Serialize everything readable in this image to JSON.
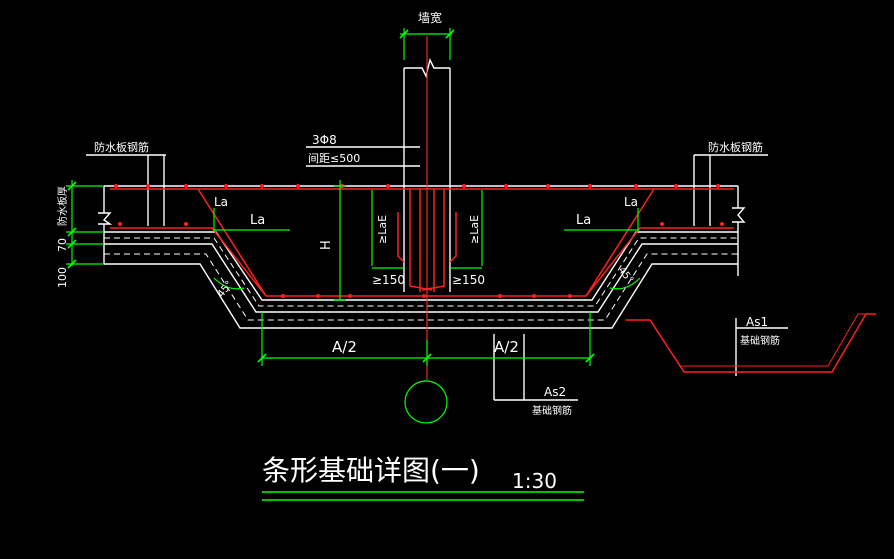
{
  "title": "条形基础详图(一)",
  "scale": "1:30",
  "labels": {
    "wall_width": "墙宽",
    "stirrup_spec": "3Φ8",
    "stirrup_spacing": "间距≤500",
    "waterproof_rebar_left": "防水板钢筋",
    "waterproof_rebar_right": "防水板钢筋",
    "waterproof_thickness": "防水板厚",
    "dim_70": "70",
    "dim_100": "100",
    "la_left_slope": "La",
    "la_left": "La",
    "la_right": "La",
    "la_right_slope": "La",
    "height": "H",
    "lae_left": "≥LaE",
    "lae_right": "≥LaE",
    "min150_left": "≥150",
    "min150_right": "≥150",
    "angle_left": "45°",
    "angle_right": "45°",
    "half_width_left": "A/2",
    "half_width_right": "A/2",
    "as1": "As1",
    "as1_desc": "基础钢筋",
    "as2": "As2",
    "as2_desc": "基础钢筋"
  },
  "colors": {
    "background": "#000000",
    "concrete": "#ffffff",
    "rebar": "#ff2020",
    "dimension": "#00ff00",
    "axis": "#ff3030"
  }
}
